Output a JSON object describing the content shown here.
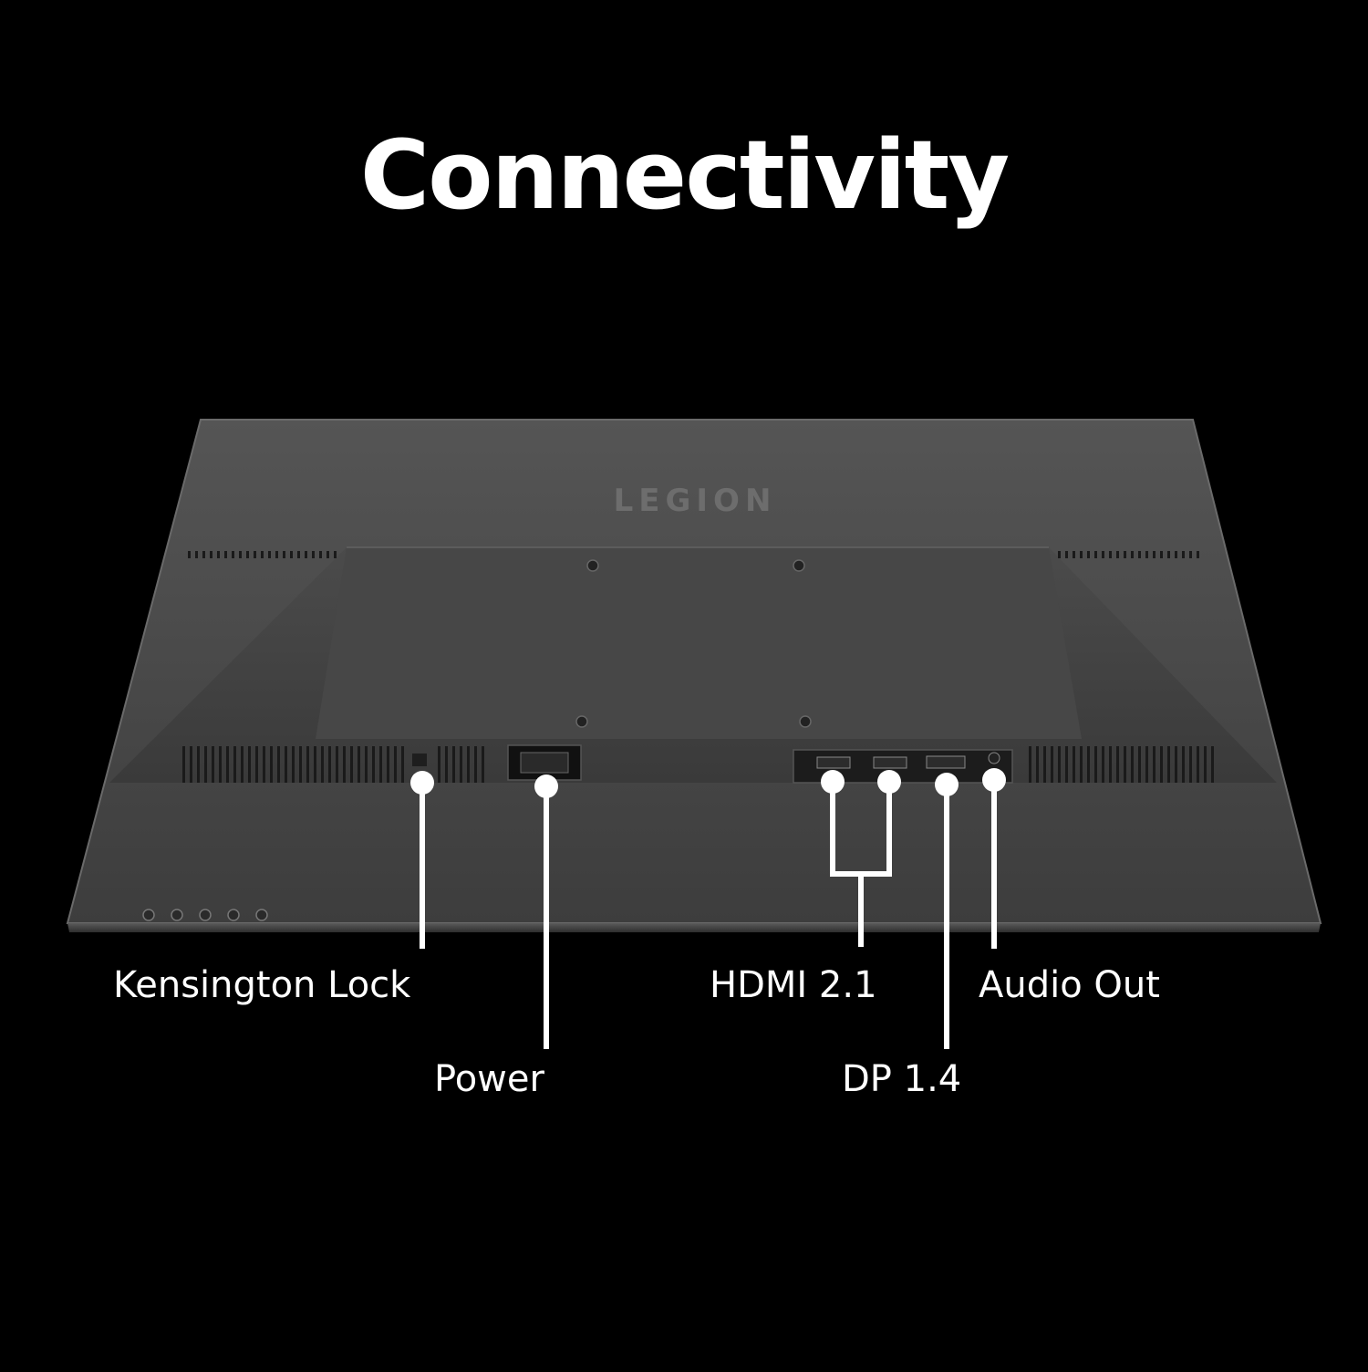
{
  "title": "Connectivity",
  "brand_logo_text": "LEGION",
  "ports": {
    "kensington": "Kensington Lock",
    "power": "Power",
    "hdmi": "HDMI 2.1",
    "audio": "Audio Out",
    "dp": "DP 1.4"
  },
  "colors": {
    "background": "#000000",
    "monitor_body": "#4a4a4a",
    "label_text": "#ffffff"
  }
}
